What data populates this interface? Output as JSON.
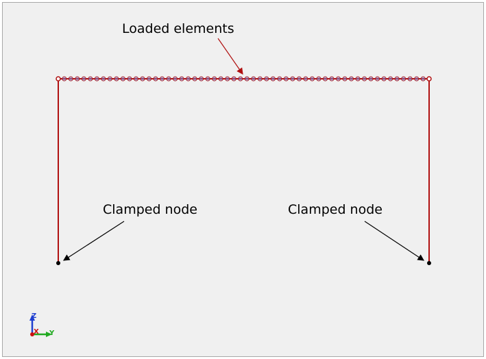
{
  "annotations": {
    "loaded_elements": "Loaded elements",
    "clamped_node_left": "Clamped node",
    "clamped_node_right": "Clamped node"
  },
  "triad": {
    "z_label": "Z",
    "x_label": "X",
    "y_label": "Y"
  },
  "colors": {
    "background": "#f0f0f0",
    "frame": "#b01010",
    "loaded_marker": "#7c7cc8",
    "node": "#000000",
    "axis_z": "#1f3fd0",
    "axis_y": "#22aa22",
    "axis_x": "#cc1111"
  },
  "model": {
    "loaded_element_count": 56
  }
}
